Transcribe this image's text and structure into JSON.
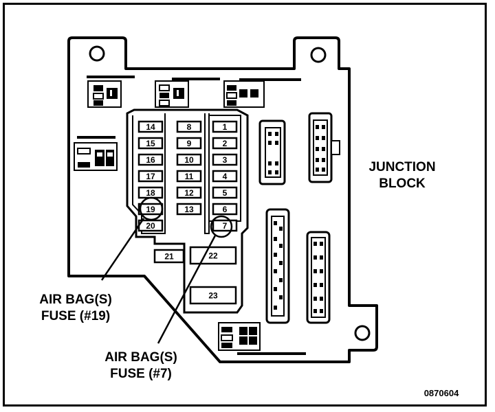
{
  "title_line1": "JUNCTION",
  "title_line2": "BLOCK",
  "callouts": {
    "fuse19_line1": "AIR BAG(S)",
    "fuse19_line2": "FUSE (#19)",
    "fuse7_line1": "AIR BAG(S)",
    "fuse7_line2": "FUSE (#7)"
  },
  "figure_id": "0870604",
  "fuses": {
    "left_column": [
      "14",
      "15",
      "16",
      "17",
      "18",
      "19",
      "20"
    ],
    "middle_column": [
      "8",
      "9",
      "10",
      "11",
      "12",
      "13"
    ],
    "right_column": [
      "1",
      "2",
      "3",
      "4",
      "5",
      "6",
      "7"
    ],
    "bottom": [
      "21",
      "22",
      "23"
    ]
  },
  "highlighted_fuses": [
    "19",
    "7"
  ]
}
